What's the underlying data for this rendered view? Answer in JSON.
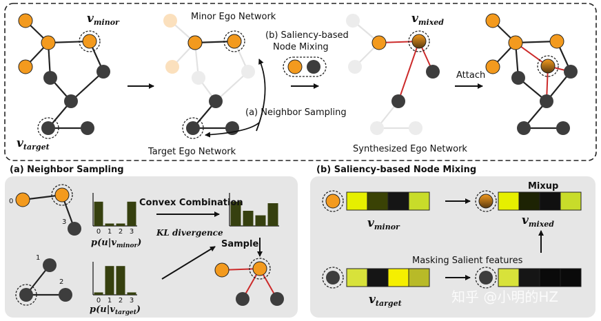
{
  "top": {
    "v_minor": {
      "base": "v",
      "sub": "minor"
    },
    "v_target": {
      "base": "v",
      "sub": "target"
    },
    "minor_ego_network": "Minor Ego Network",
    "saliency_mixing_line1": "(b) Saliency-based",
    "saliency_mixing_line2": "Node Mixing",
    "v_mixed": {
      "base": "v",
      "sub": "mixed"
    },
    "neighbor_sampling": "(a) Neighbor Sampling",
    "target_ego_network": "Target Ego Network",
    "synthesized_ego_network": "Synthesized Ego Network",
    "attach": "Attach"
  },
  "panel_a": {
    "title": "(a) Neighbor Sampling",
    "node_labels": [
      "0",
      "3",
      "1",
      "2"
    ],
    "convex_combination": "Convex Combination",
    "kl_divergence": "KL divergence",
    "sample": "Sample",
    "hist_ticks": [
      "0",
      "1",
      "2",
      "3"
    ],
    "p_minor": {
      "prefix": "p(u|v",
      "sub": "minor",
      "suffix": ")"
    },
    "p_target": {
      "prefix": "p(u|v",
      "sub": "target",
      "suffix": ")"
    },
    "hist_minor": [
      0.8,
      0.08,
      0.08,
      0.8
    ],
    "hist_target": [
      0.08,
      0.95,
      0.95,
      0.08
    ],
    "hist_combined": [
      0.8,
      0.5,
      0.35,
      0.75
    ]
  },
  "panel_b": {
    "title": "(b) Saliency-based Node Mixing",
    "mixup": "Mixup",
    "masking": "Masking Salient features",
    "v_minor": {
      "base": "v",
      "sub": "minor"
    },
    "v_mixed": {
      "base": "v",
      "sub": "mixed"
    },
    "v_target": {
      "base": "v",
      "sub": "target"
    },
    "feat_minor": [
      "#e6ef00",
      "#3a4205",
      "#151515",
      "#c8dc2a"
    ],
    "feat_mixed": [
      "#e6ef00",
      "#1d2303",
      "#101010",
      "#c8dc2a"
    ],
    "feat_target": [
      "#d8e23a",
      "#151515",
      "#f5ef00",
      "#b8ba28"
    ],
    "feat_masked": [
      "#d8e23a",
      "#151515",
      "#0a0a0a",
      "#0a0a0a"
    ]
  },
  "watermark": "知乎 @小明的HZ",
  "colors": {
    "orange": "#f39a1e",
    "dark": "#3d3d3d",
    "red": "#cc2a2a",
    "panel": "#e6e6e6"
  }
}
